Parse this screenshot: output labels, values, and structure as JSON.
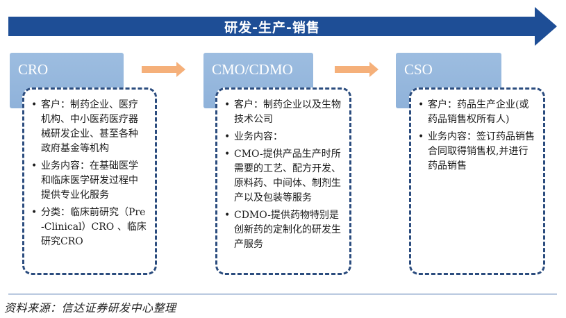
{
  "banner": {
    "title": "研发-生产-销售",
    "color": "#1e4e96"
  },
  "stages": [
    {
      "title": "CRO",
      "items": [
        "客户：制药企业、医疗机构、中小医药医疗器械研发企业、甚至各种政府基金等机构",
        "业务内容：在基础医学和临床医学研发过程中提供专业化服务",
        "分类：临床前研究（Pre-Clinical）CRO 、临床研究CRO"
      ]
    },
    {
      "title": "CMO/CDMO",
      "items": [
        "客户：制药企业以及生物技术公司",
        "业务内容：",
        "CMO-提供产品生产时所需要的工艺、配方开发、原料药、中间体、制剂生产以及包装等服务",
        "CDMO-提供药物特别是创新药的定制化的研发生产服务"
      ]
    },
    {
      "title": "CSO",
      "items": [
        "客户：药品生产企业(或药品销售权所有人)",
        "业务内容：签订药品销售合同取得销售权,并进行药品销售"
      ]
    }
  ],
  "source": "资料来源：信达证券研发中心整理",
  "colors": {
    "header_box": "#93b5db",
    "connector_arrow": "#f5b07a",
    "panel_border": "#2b4c7e",
    "divider": "#3d6aa8"
  },
  "icons": {
    "bullet": "•"
  }
}
